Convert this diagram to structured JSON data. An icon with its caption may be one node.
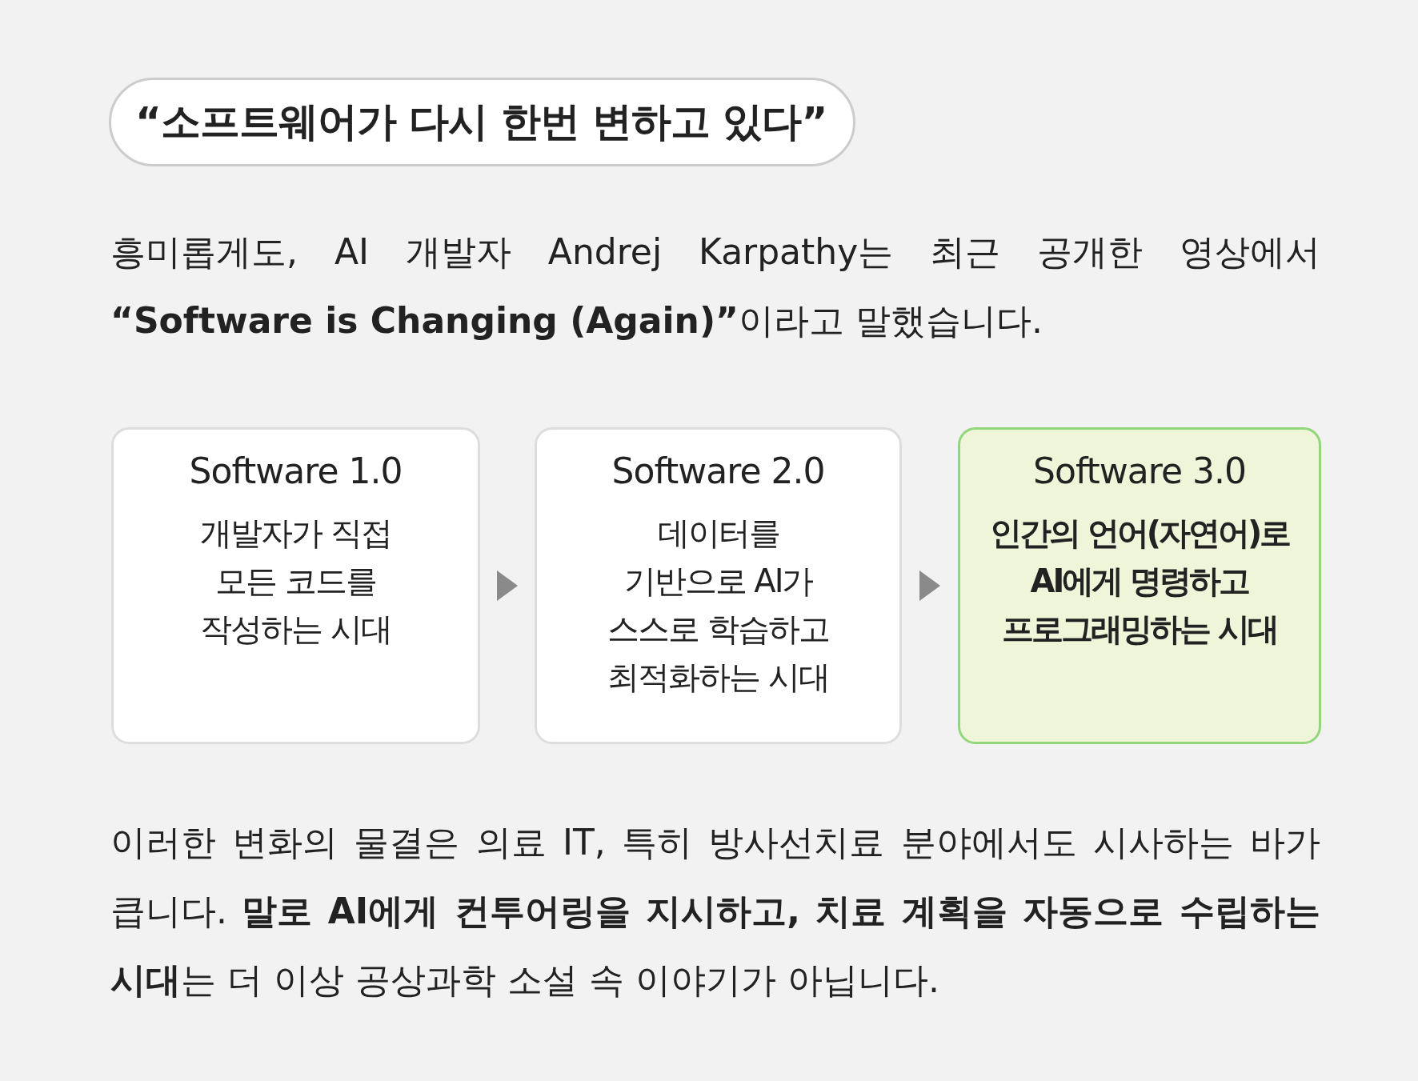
{
  "diagram": {
    "nodes": [
      {
        "text": [
          "“소프트웨어가 다시 한번 변하고 있다”"
        ]
      },
      {
        "text": [
          "Software 1.0",
          "개발자가 직접 모든 코드를 작성하는 시대"
        ]
      },
      {
        "text": [
          "Software 2.0",
          "데이터를 기반으로 AI가 스스로 학습하고 최적화하는 시대"
        ]
      },
      {
        "text": [
          "Software 3.0",
          "인간의 언어(자연어)로 AI에게 명령하고 프로그래밍하는 시대"
        ]
      }
    ],
    "edges": [
      {
        "from": 1,
        "to": 2,
        "arrow": "to"
      },
      {
        "from": 2,
        "to": 3,
        "arrow": "to"
      }
    ],
    "labels": [
      "흥미롭게도, AI 개발자 Andrej Karpathy는 최근 공개한 영상에서 **“Software is Changing (Again)”**이라고 말했습니다.",
      "이러한 변화의 물결은 의료 IT, 특히 방사선치료 분야에서도 시사하는 바가 큽니다. **말로 AI에게 컨투어링을 지시하고, 치료 계획을 자동으로 수립하는 시대**는 더 이상 공상과학 소설 속 이야기가 아닙니다."
    ]
  }
}
